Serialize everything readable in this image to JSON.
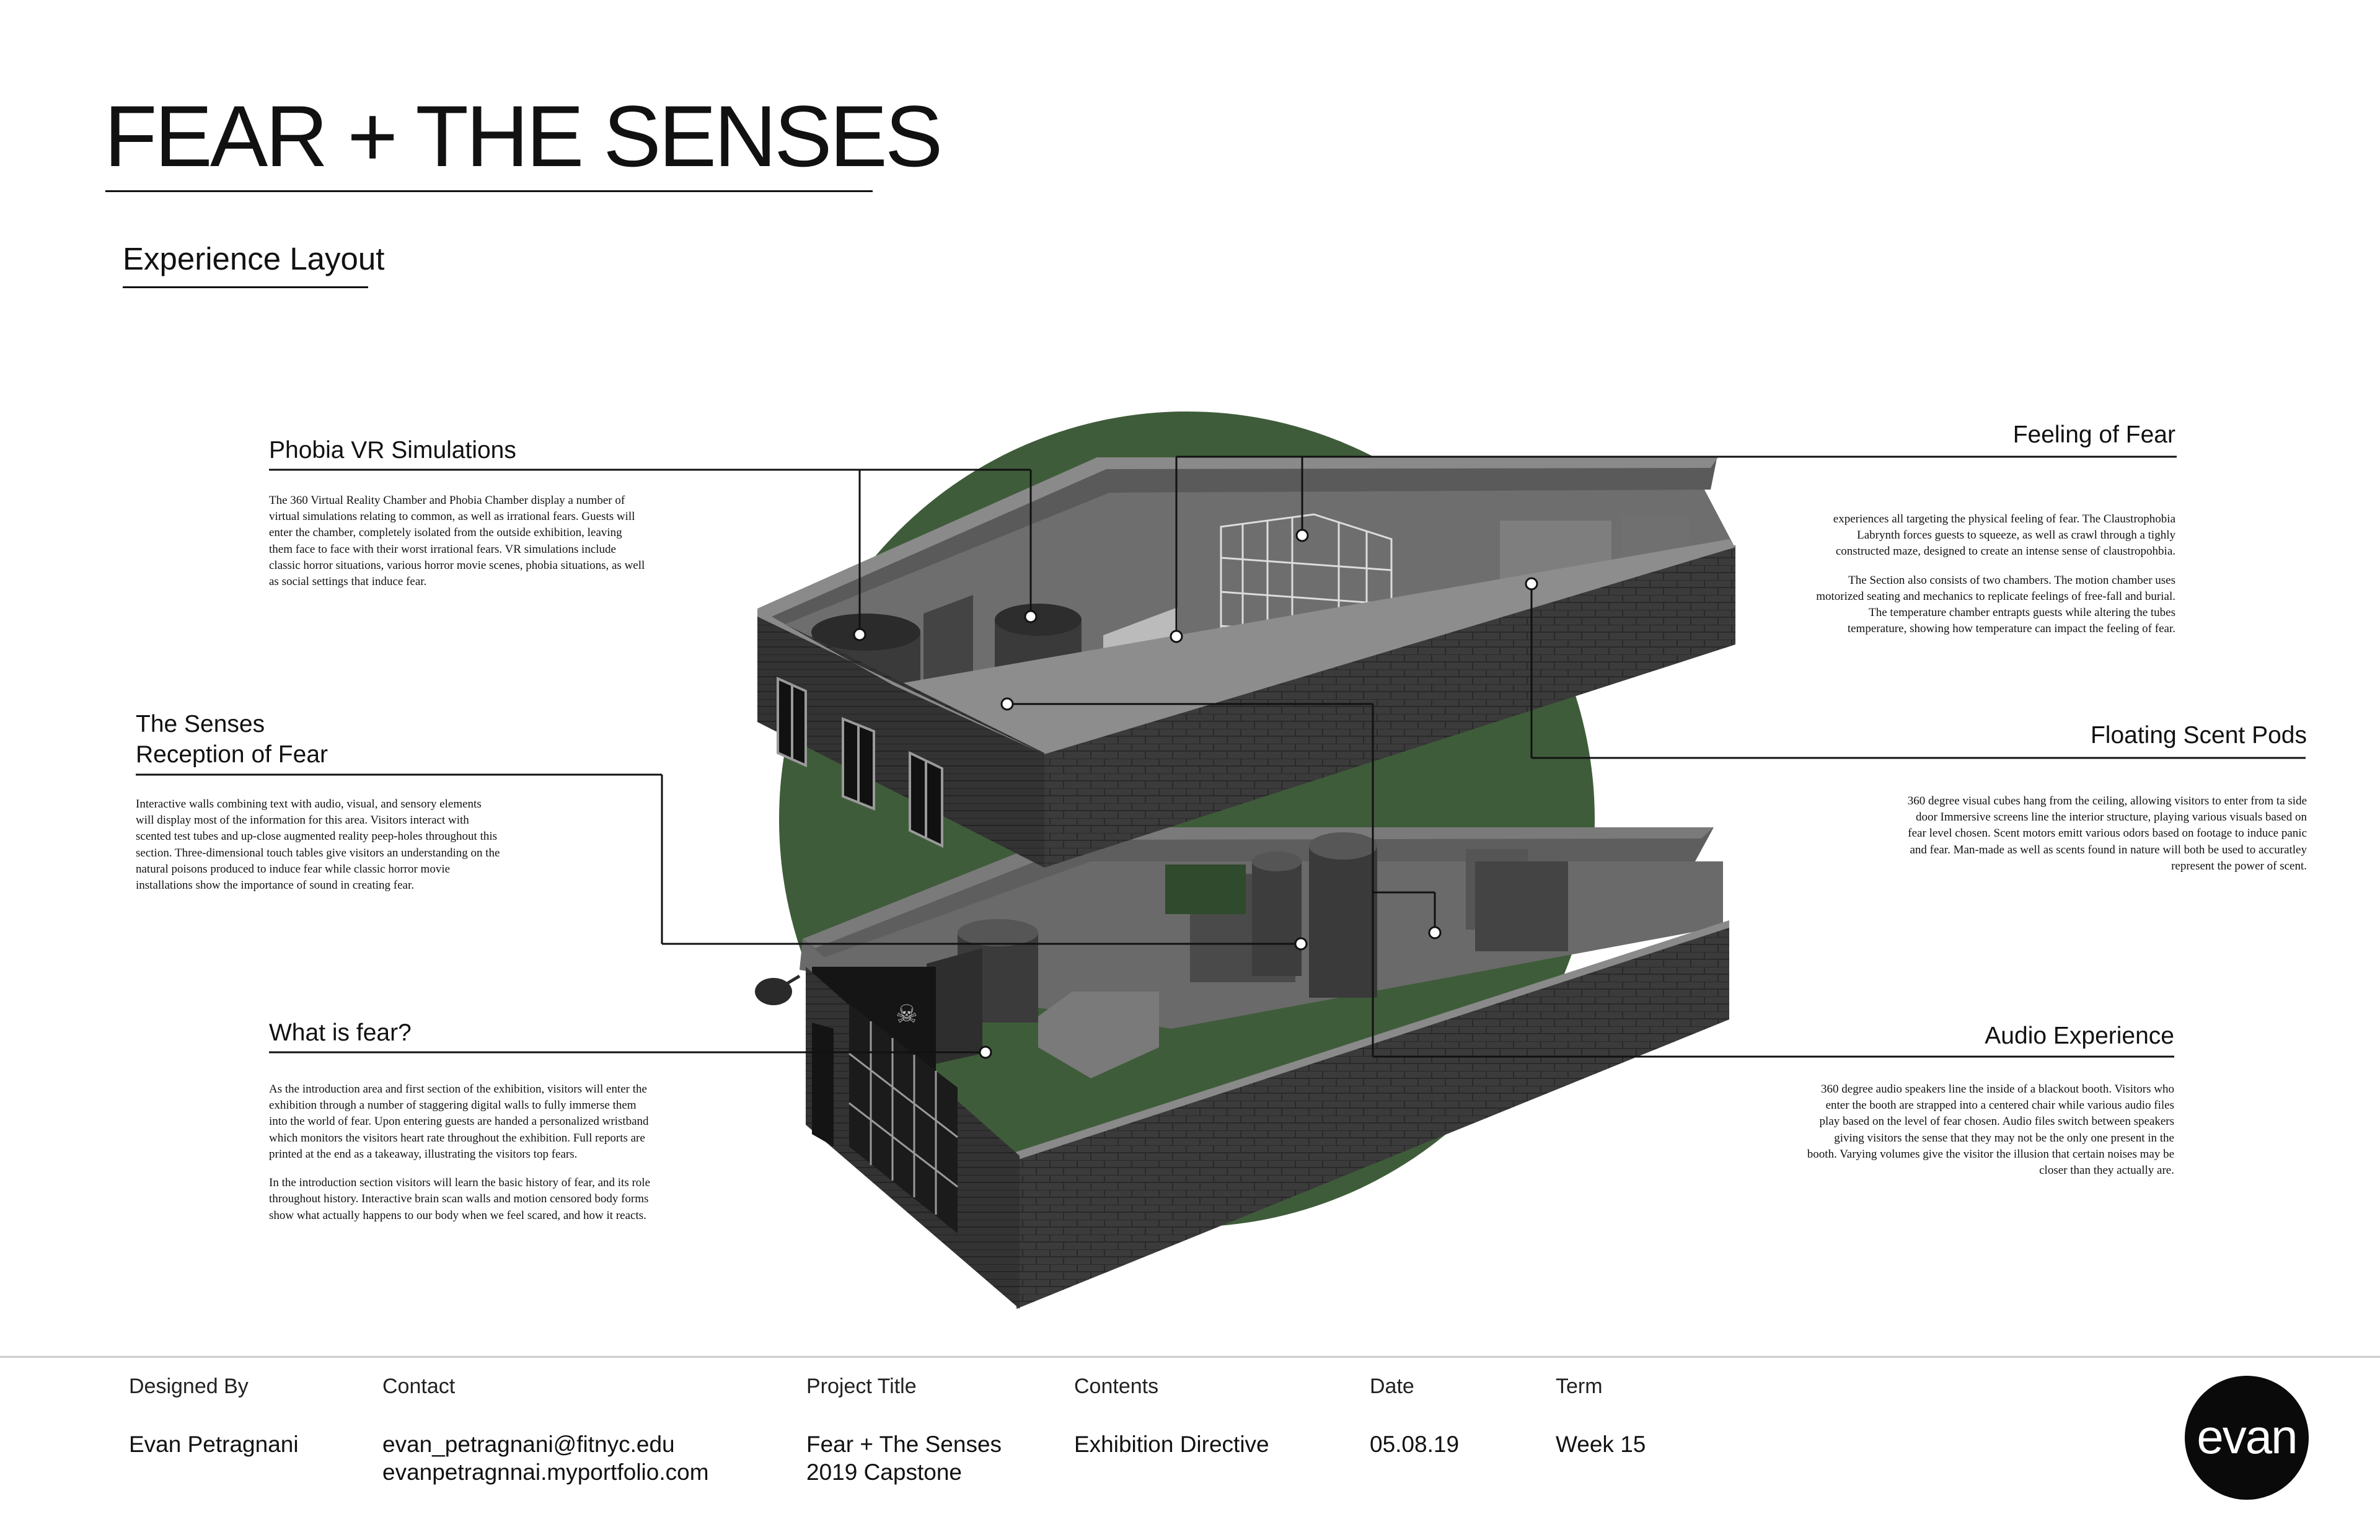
{
  "header": {
    "title": "FEAR + THE SENSES",
    "subtitle": "Experience Layout"
  },
  "sections": {
    "phobia": {
      "title": "Phobia VR Simulations",
      "body": "The 360 Virtual Reality Chamber and Phobia Chamber display a number of virtual simulations relating to common, as well as irrational fears. Guests will enter the chamber, completely isolated from the outside exhibition, leaving them face to face with their worst irrational fears. VR simulations include classic horror situations, various horror movie scenes, phobia situations, as well as social settings that induce fear."
    },
    "senses": {
      "title_line1": "The Senses",
      "title_line2": "Reception of Fear",
      "body": "Interactive walls combining text with audio, visual, and sensory elements will display most of the information for this area. Visitors interact with scented test tubes and up-close augmented reality peep-holes throughout this section. Three-dimensional touch tables give visitors an understanding on the natural poisons produced to induce fear while classic horror movie installations show the importance of sound in creating fear."
    },
    "whatisfear": {
      "title": "What is fear?",
      "body_p1": "As the introduction area and first section of the exhibition, visitors will enter the exhibition through a number of staggering digital walls to fully immerse them into the world of fear. Upon entering guests are handed a personalized wristband which monitors the visitors heart rate throughout the exhibition. Full reports are printed at the end as a takeaway, illustrating the visitors top fears.",
      "body_p2": "In the introduction section visitors will learn the basic history of fear, and its role throughout history. Interactive brain scan walls and motion censored body forms show what actually happens to our body when we feel scared, and how it reacts."
    },
    "feeling": {
      "title": "Feeling of Fear",
      "body_p1": "experiences all targeting the physical feeling of fear. The Claustrophobia Labrynth forces guests to squeeze, as well as crawl through a tighly constructed maze, designed to create an intense sense of claustropohbia.",
      "body_p2": "The Section also consists of two chambers. The motion chamber uses motorized seating and mechanics to replicate feelings of free-fall and burial. The temperature chamber entrapts guests while altering the tubes temperature, showing how temperature can impact the feeling of fear."
    },
    "scent": {
      "title": "Floating Scent Pods",
      "body": "360 degree visual cubes hang from the ceiling, allowing visitors to enter from ta side door Immersive screens line the interior structure, playing various visuals based on fear level chosen. Scent motors emitt various odors based on footage to induce panic and fear. Man-made as well as scents found in nature will both be used to accuratley represent the power of scent."
    },
    "audio": {
      "title": "Audio Experience",
      "body": "360 degree audio speakers line the inside of a blackout booth. Visitors who enter the booth are strapped into a centered chair while various audio files play based on the level of fear chosen. Audio files switch between speakers giving visitors the sense that they may not be the only one present in the booth. Varying volumes give the visitor the illusion that certain noises may be closer than they actually are."
    }
  },
  "footer": {
    "designed_by_label": "Designed By",
    "designed_by_value": "Evan Petragnani",
    "contact_label": "Contact",
    "contact_email": "evan_petragnani@fitnyc.edu",
    "contact_site": "evanpetragnnai.myportfolio.com",
    "project_label": "Project Title",
    "project_line1": "Fear + The Senses",
    "project_line2": "2019 Capstone",
    "contents_label": "Contents",
    "contents_value": "Exhibition Directive",
    "date_label": "Date",
    "date_value": "05.08.19",
    "term_label": "Term",
    "term_value": "Week 15",
    "logo_text": "evan"
  },
  "colors": {
    "circle": "#3f5c3a",
    "brick": "#3a3a3a",
    "floor": "#6d6d6d"
  }
}
